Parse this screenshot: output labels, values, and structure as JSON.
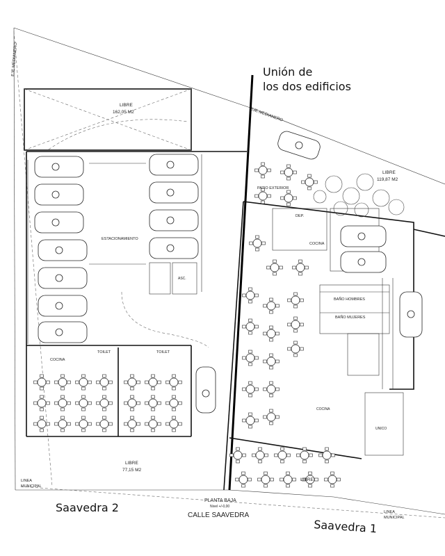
{
  "annotations": {
    "union": [
      "Unión de",
      "los dos edificios"
    ],
    "saavedra2": "Saavedra 2",
    "saavedra1": "Saavedra 1"
  },
  "plan_labels": {
    "eje_medianero_left": "EJE MEDIANERO",
    "eje_medianero_top": "EJE MEDIANERO",
    "libre_top": [
      "LIBRE",
      "162,05 M2"
    ],
    "libre_right": [
      "LIBRE",
      "119,87 M2"
    ],
    "libre_bottom": [
      "LIBRE",
      "77,15 M2"
    ],
    "libre_bottom_right": "LIBRE",
    "estacionamiento": "ESTACIONAMIENTO",
    "patio_exterior": "PATIO EXTERIOR",
    "dep": "DEP.",
    "cocina_right": "COCINA",
    "bano_hombres": "BAÑO HOMBRES",
    "bano_mujeres": "BAÑO MUJERES",
    "cocina_left": "COCINA",
    "toilet_1": "TOILET",
    "toilet_2": "TOILET",
    "asc": "ASC.",
    "linea_municipal_left": [
      "LINEA",
      "MUNICIPAL"
    ],
    "linea_municipal_right": [
      "LINEA",
      "MUNICIPAL"
    ],
    "planta_baja": "PLANTA BAJA",
    "nivel": "Nivel +/-0,00",
    "calle": "CALLE SAAVEDRA",
    "unico": "UNICO",
    "cocina_small": "COCINA"
  }
}
